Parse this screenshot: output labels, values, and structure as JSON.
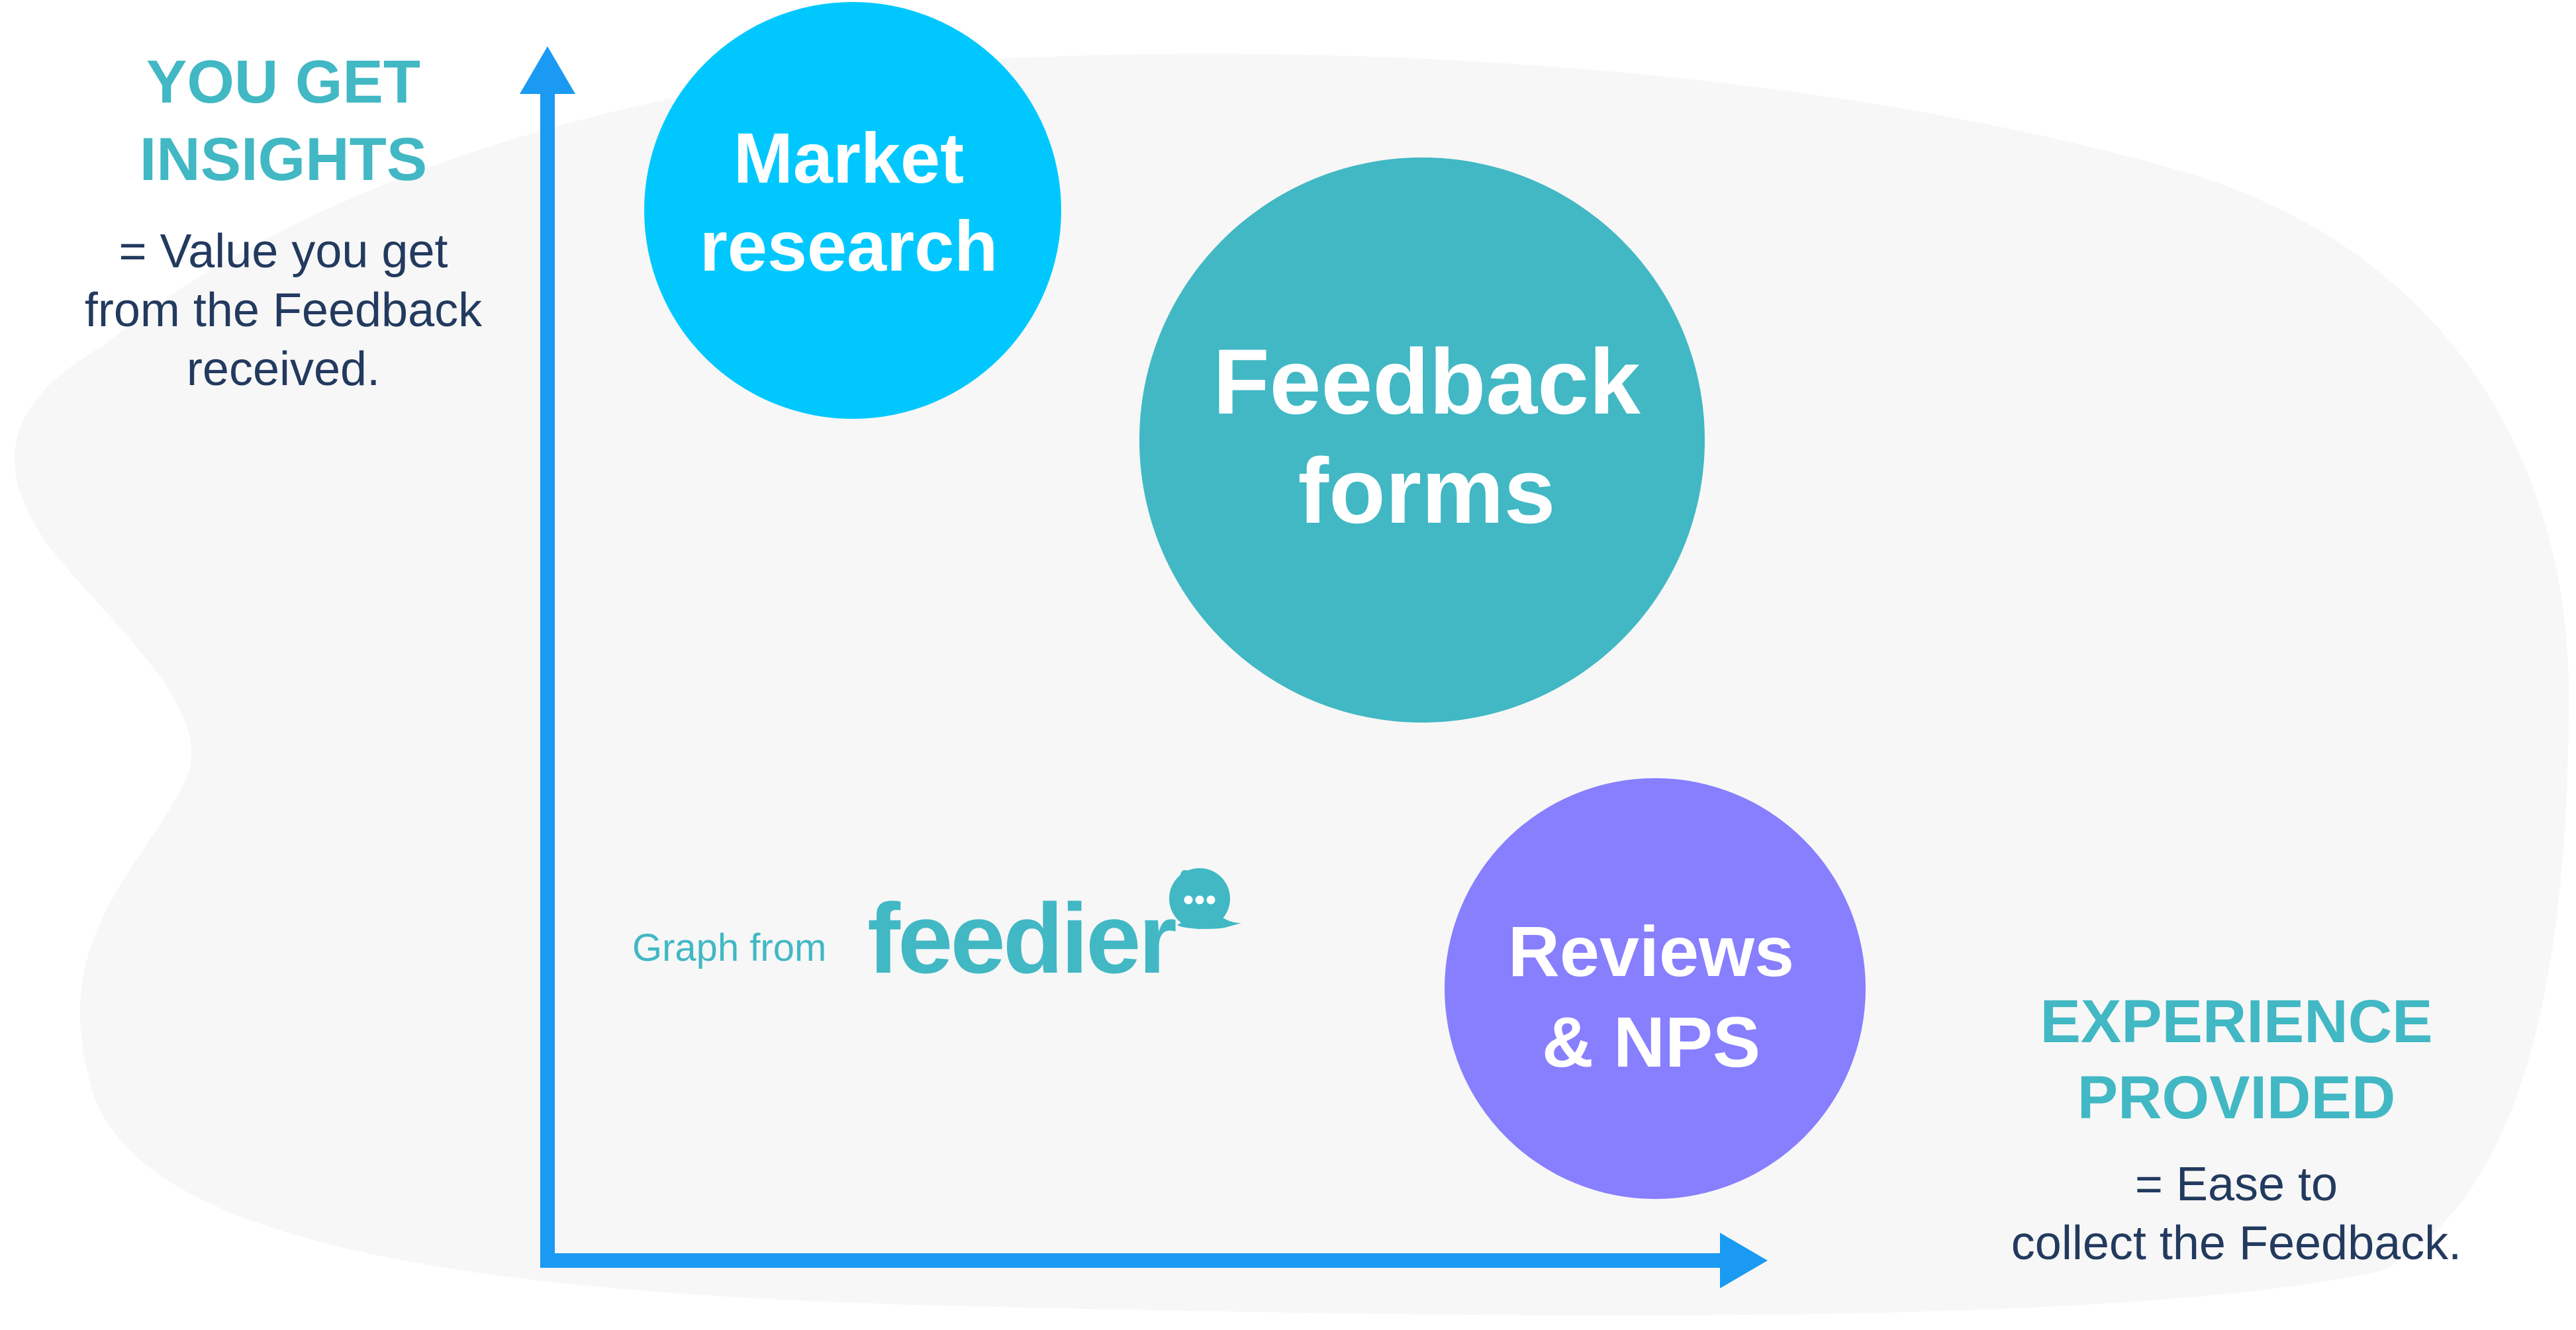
{
  "colors": {
    "background_blob": "#f7f7f7",
    "axis": "#1a9af2",
    "teal_title": "#41b8c4",
    "navy_text": "#233a5f",
    "market_research": "#00c8ff",
    "feedback_forms": "#41b8c4",
    "reviews_nps": "#877ffe",
    "logo_teal": "#41b8c4"
  },
  "y_axis": {
    "title_lines": [
      "YOU GET",
      "INSIGHTS"
    ],
    "description_lines": [
      "= Value you get",
      "from the Feedback",
      "received."
    ]
  },
  "x_axis": {
    "title_lines": [
      "EXPERIENCE",
      "PROVIDED"
    ],
    "description_lines": [
      "= Ease to",
      "collect the Feedback."
    ]
  },
  "bubbles": [
    {
      "id": "market-research",
      "lines": [
        "Market",
        "research"
      ],
      "color_key": "market_research"
    },
    {
      "id": "feedback-forms",
      "lines": [
        "Feedback",
        "forms"
      ],
      "color_key": "feedback_forms"
    },
    {
      "id": "reviews-nps",
      "lines": [
        "Reviews",
        "& NPS"
      ],
      "color_key": "reviews_nps"
    }
  ],
  "credit": {
    "prefix": "Graph from",
    "brand": "feedier",
    "brand_icon": "speech-bubble-ellipsis-icon"
  }
}
